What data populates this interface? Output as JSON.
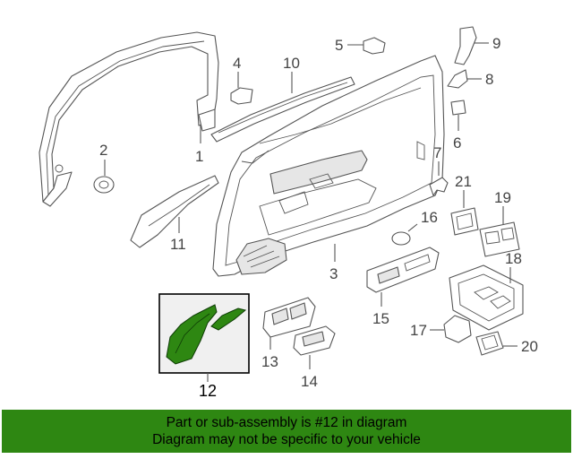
{
  "diagram": {
    "highlighted_part": "12",
    "colors": {
      "highlight": "#2e8712",
      "highlight_box_bg": "#f0f0f0",
      "line": "#555555"
    },
    "callouts": {
      "p1": "1",
      "p2": "2",
      "p3": "3",
      "p4": "4",
      "p5": "5",
      "p6": "6",
      "p7": "7",
      "p8": "8",
      "p9": "9",
      "p10": "10",
      "p11": "11",
      "p12": "12",
      "p13": "13",
      "p14": "14",
      "p15": "15",
      "p16": "16",
      "p17": "17",
      "p18": "18",
      "p19": "19",
      "p20": "20",
      "p21": "21"
    }
  },
  "banner": {
    "line1": "Part or sub-assembly is #12 in diagram",
    "line2": "Diagram may not be specific to your vehicle"
  }
}
